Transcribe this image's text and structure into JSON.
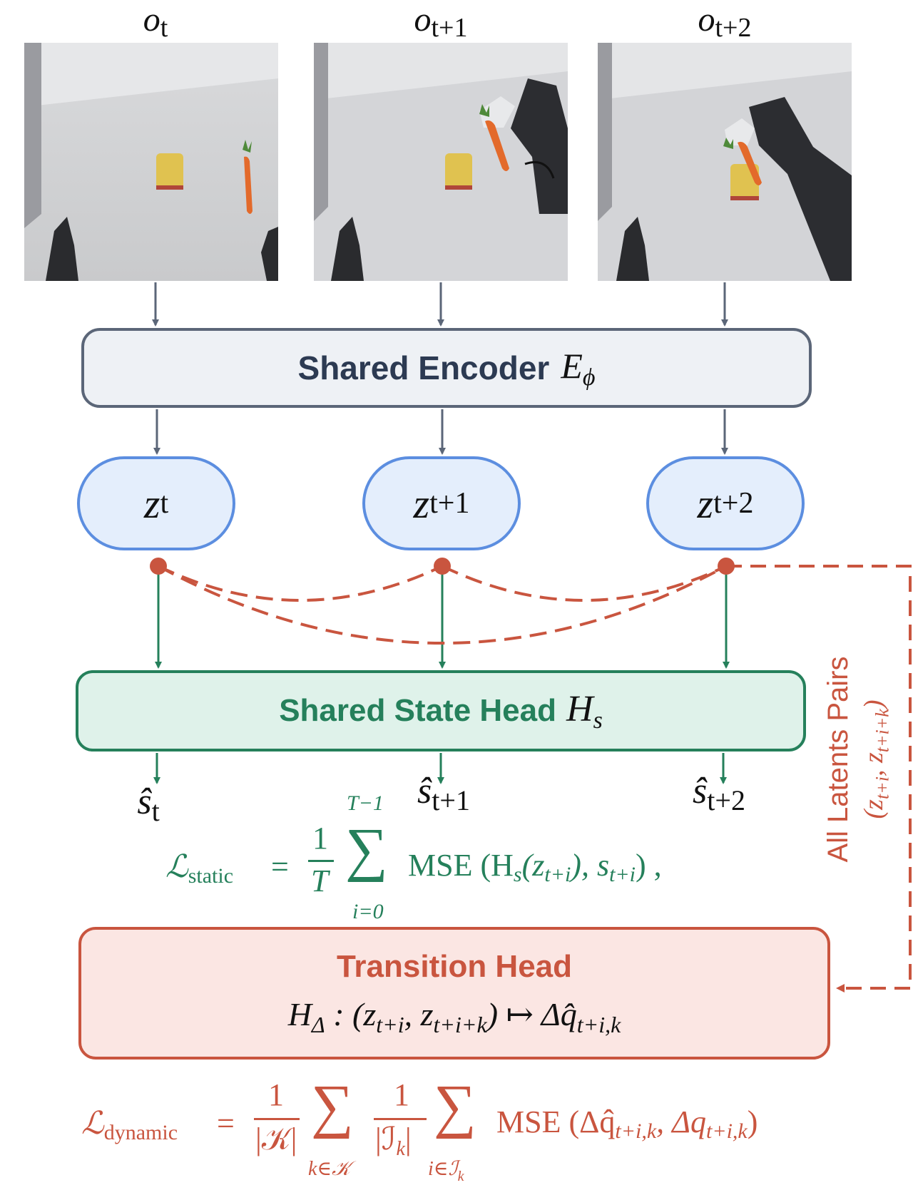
{
  "frames": [
    {
      "label_base": "o",
      "label_sub": "t"
    },
    {
      "label_base": "o",
      "label_sub": "t+1"
    },
    {
      "label_base": "o",
      "label_sub": "t+2"
    }
  ],
  "encoder": {
    "title": "Shared Encoder",
    "symbol": "E",
    "symbol_sub": "ϕ"
  },
  "latents": [
    {
      "base": "z",
      "sub": "t"
    },
    {
      "base": "z",
      "sub": "t+1"
    },
    {
      "base": "z",
      "sub": "t+2"
    }
  ],
  "state_head": {
    "title": "Shared State Head",
    "symbol": "H",
    "symbol_sub": "s"
  },
  "state_outputs": [
    {
      "base": "ŝ",
      "sub": "t"
    },
    {
      "base": "ŝ",
      "sub": "t+1"
    },
    {
      "base": "ŝ",
      "sub": "t+2"
    }
  ],
  "static_loss": {
    "lhs": "ℒ",
    "lhs_sub": "static",
    "eq": "=",
    "frac_num": "1",
    "frac_den": "T",
    "sum_upper": "T−1",
    "sum_lower": "i=0",
    "body": "MSE (H",
    "body_sub_s": "s",
    "body_rest": "(z",
    "body_sub_ti": "t+i",
    "body_mid": "), s",
    "body_sub_ti2": "t+i",
    "body_end": ") ,"
  },
  "transition_head": {
    "title": "Transition Head",
    "eq_H": "H",
    "eq_H_sub": "Δ",
    "eq_colon": " : (z",
    "eq_sub1": "t+i",
    "eq_comma": ", z",
    "eq_sub2": "t+i+k",
    "eq_maps": ") ↦ Δq̂",
    "eq_sub3": "t+i,k"
  },
  "dynamic_loss": {
    "lhs": "ℒ",
    "lhs_sub": "dynamic",
    "eq": "=",
    "frac1_num": "1",
    "frac1_den": "|𝒦|",
    "sum1_lower": "k∈𝒦",
    "frac2_num": "1",
    "frac2_den": "|ℐ",
    "frac2_den_sub": "k",
    "frac2_den_end": "|",
    "sum2_lower": "i∈ℐ",
    "sum2_lower_sub": "k",
    "body": "MSE (Δq̂",
    "body_sub1": "t+i,k",
    "body_comma": ", Δq",
    "body_sub2": "t+i,k",
    "body_end": ")"
  },
  "side_label": {
    "line1": "All Latents Pairs",
    "line2": "(z",
    "line2_sub1": "t+i",
    "line2_comma": ", z",
    "line2_sub2": "t+i+k",
    "line2_end": ")"
  },
  "colors": {
    "encoder_border": "#5b6678",
    "latent_border": "#5c8ee0",
    "state_green": "#25805b",
    "transition_red": "#c9553f"
  }
}
